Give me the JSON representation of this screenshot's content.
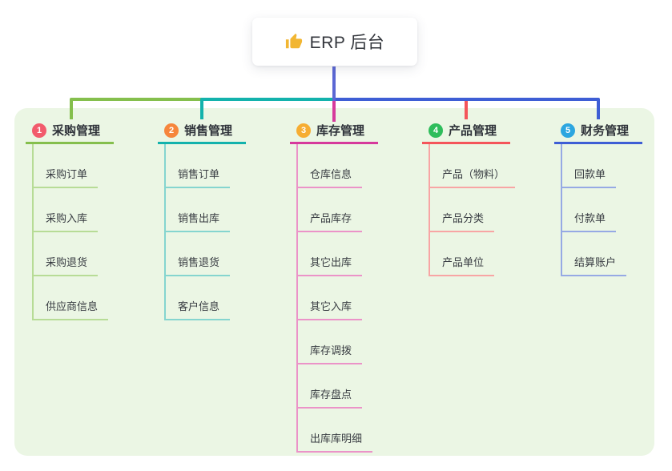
{
  "root": {
    "label": "ERP 后台",
    "icon": "thumbs-up-icon"
  },
  "colors": {
    "panel_bg": "#ebf6e4",
    "root_connector": "#5b67d4"
  },
  "branches": [
    {
      "index": "1",
      "label": "采购管理",
      "line_color": "#85bf4d",
      "child_line_color": "#b7dc96",
      "badge_color": "#f25b6c",
      "children": [
        "采购订单",
        "采购入库",
        "采购退货",
        "供应商信息"
      ]
    },
    {
      "index": "2",
      "label": "销售管理",
      "line_color": "#13b2ac",
      "child_line_color": "#85d5cf",
      "badge_color": "#f6863c",
      "children": [
        "销售订单",
        "销售出库",
        "销售退货",
        "客户信息"
      ]
    },
    {
      "index": "3",
      "label": "库存管理",
      "line_color": "#d63a9c",
      "child_line_color": "#eb93c8",
      "badge_color": "#f6ad32",
      "children": [
        "仓库信息",
        "产品库存",
        "其它出库",
        "其它入库",
        "库存调拨",
        "库存盘点",
        "出库库明细"
      ]
    },
    {
      "index": "4",
      "label": "产品管理",
      "line_color": "#f4555a",
      "child_line_color": "#f8a5a4",
      "badge_color": "#2ebd5b",
      "children": [
        "产品（物料）",
        "产品分类",
        "产品单位"
      ]
    },
    {
      "index": "5",
      "label": "财务管理",
      "line_color": "#3e5ed5",
      "child_line_color": "#96a9e4",
      "badge_color": "#2ca6e0",
      "children": [
        "回款单",
        "付款单",
        "结算账户"
      ]
    }
  ]
}
